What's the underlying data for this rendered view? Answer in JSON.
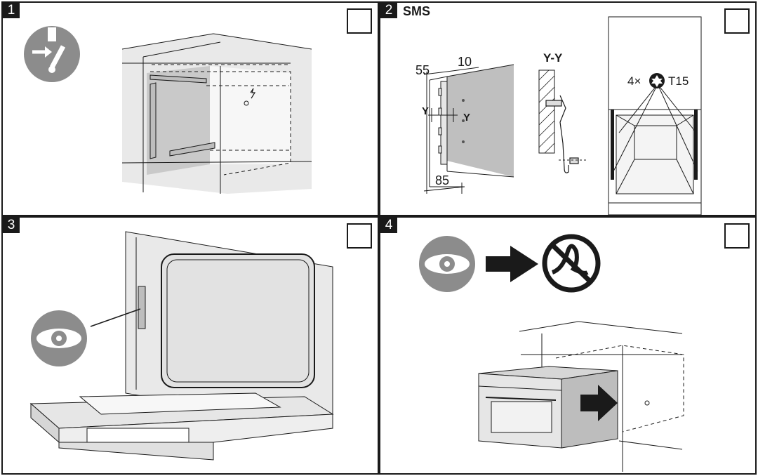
{
  "panels": [
    {
      "step": "1"
    },
    {
      "step": "2",
      "code": "SMS"
    },
    {
      "step": "3"
    },
    {
      "step": "4"
    }
  ],
  "dimensions": {
    "left": "55",
    "right": "10",
    "bottom": "85"
  },
  "section_marks": {
    "y": "Y",
    "section": "Y-Y"
  },
  "fixing": {
    "count": "4×",
    "bit": "T15"
  },
  "icons": {
    "panel1": "power-disconnect-icon",
    "panel2": "torx-icon",
    "panel3": "eye-icon",
    "panel4": [
      "eye-icon",
      "arrow-right-icon",
      "no-bent-cable-icon",
      "insert-arrow-icon"
    ]
  },
  "colors": {
    "line": "#1a1a1a",
    "icon_gray": "#8c8c8c",
    "wall_gray": "#e6e6e6"
  }
}
